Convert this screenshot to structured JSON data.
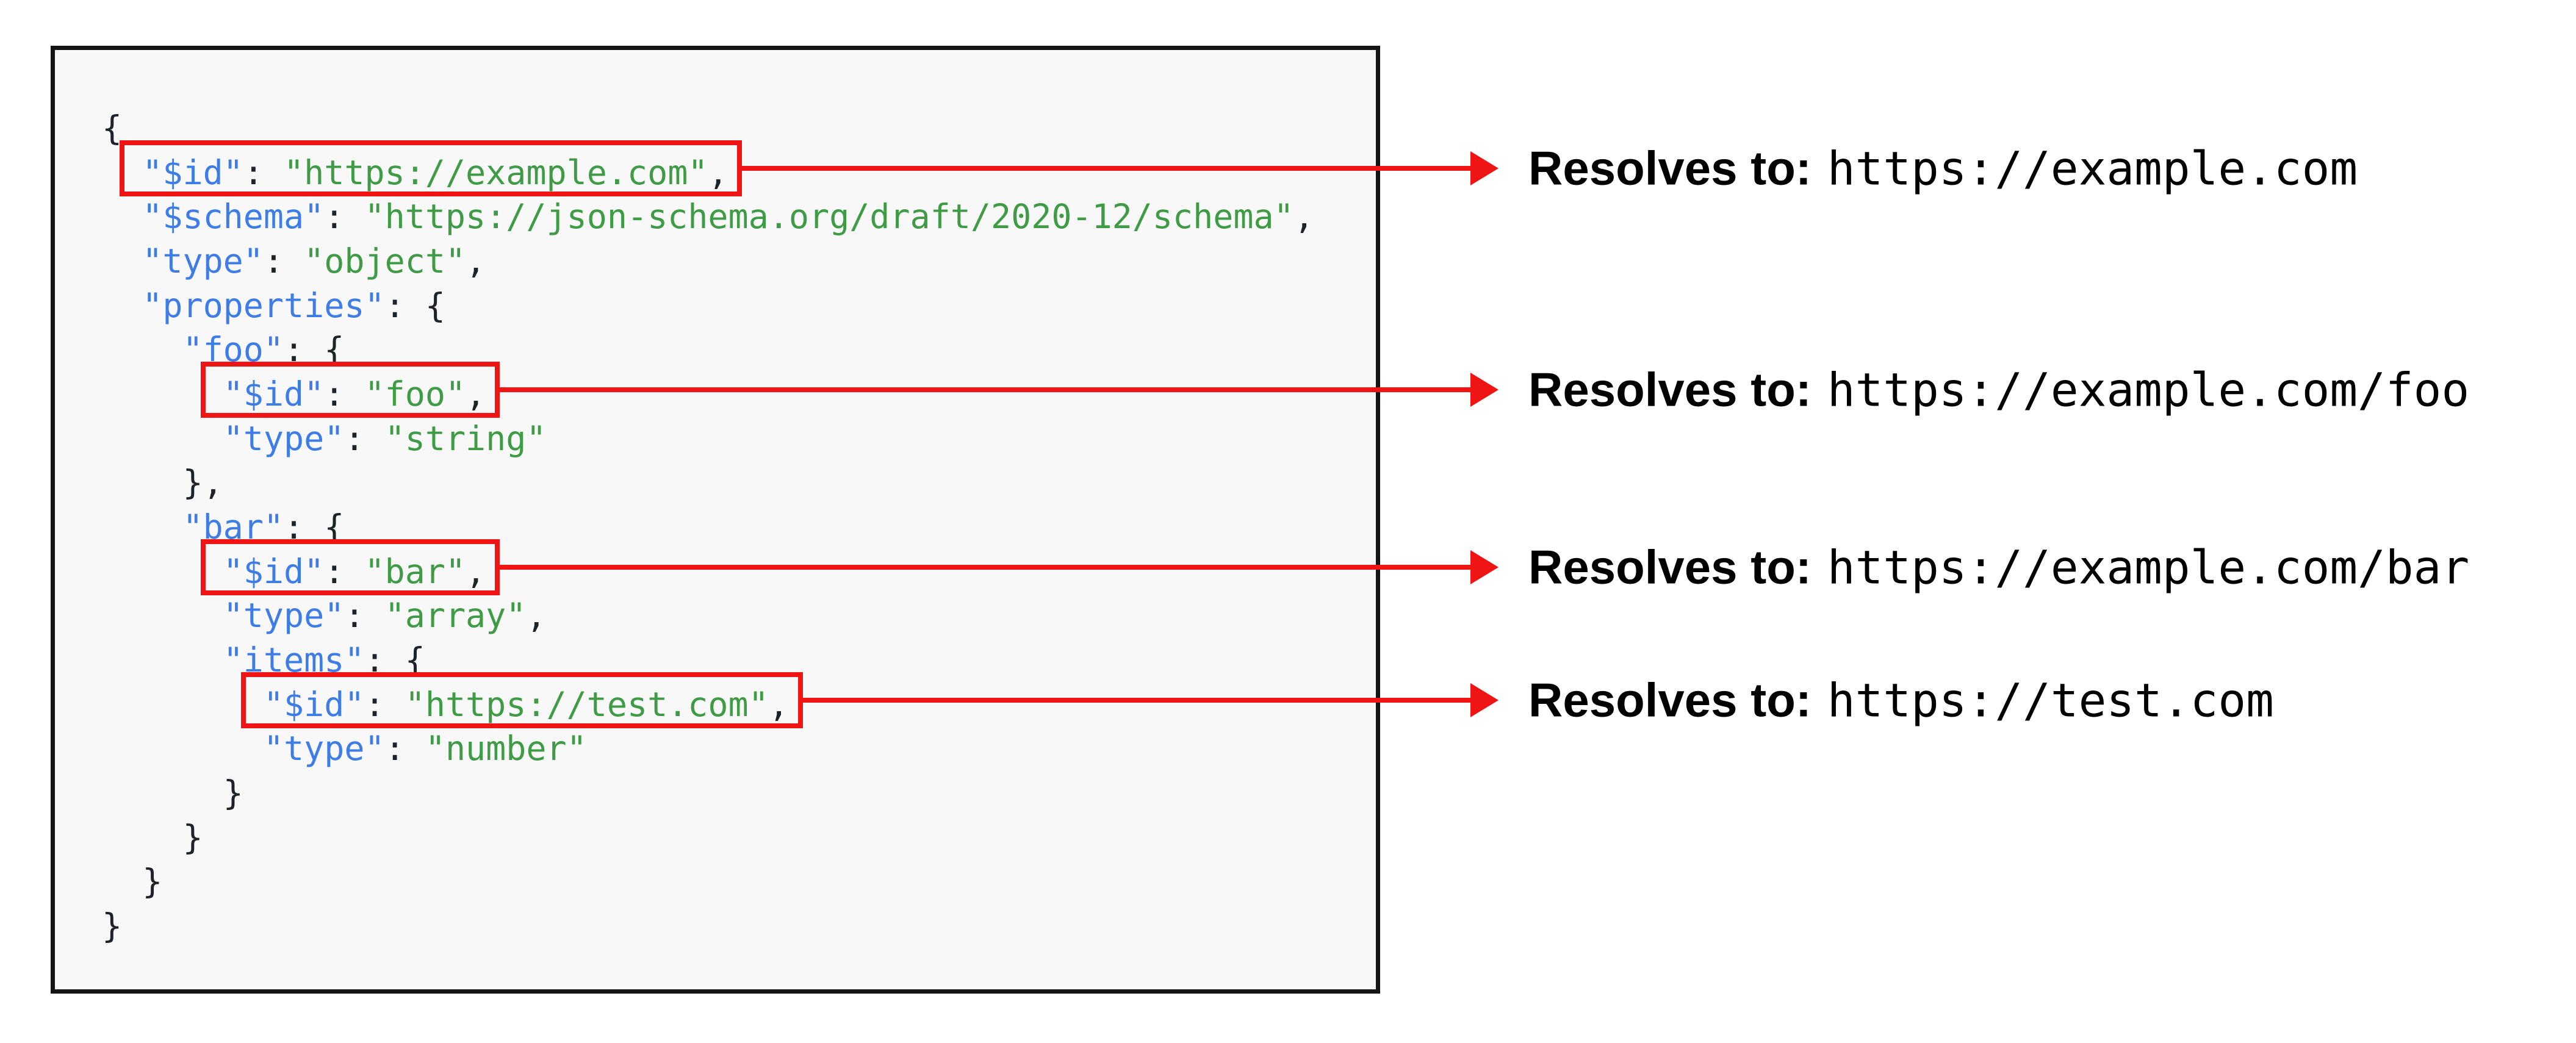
{
  "diagram": {
    "code_panel": {
      "language": "json",
      "lines": [
        {
          "tokens": [
            [
              "p",
              "{"
            ]
          ]
        },
        {
          "tokens": [
            [
              "p",
              "  "
            ],
            [
              "k",
              "\"$id\""
            ],
            [
              "p",
              ": "
            ],
            [
              "s",
              "\"https://example.com\""
            ],
            [
              "p",
              ","
            ]
          ]
        },
        {
          "tokens": [
            [
              "p",
              "  "
            ],
            [
              "k",
              "\"$schema\""
            ],
            [
              "p",
              ": "
            ],
            [
              "s",
              "\"https://json-schema.org/draft/2020-12/schema\""
            ],
            [
              "p",
              ","
            ]
          ]
        },
        {
          "tokens": [
            [
              "p",
              "  "
            ],
            [
              "k",
              "\"type\""
            ],
            [
              "p",
              ": "
            ],
            [
              "s",
              "\"object\""
            ],
            [
              "p",
              ","
            ]
          ]
        },
        {
          "tokens": [
            [
              "p",
              "  "
            ],
            [
              "k",
              "\"properties\""
            ],
            [
              "p",
              ": {"
            ]
          ]
        },
        {
          "tokens": [
            [
              "p",
              "    "
            ],
            [
              "k",
              "\"foo\""
            ],
            [
              "p",
              ": {"
            ]
          ]
        },
        {
          "tokens": [
            [
              "p",
              "      "
            ],
            [
              "k",
              "\"$id\""
            ],
            [
              "p",
              ": "
            ],
            [
              "s",
              "\"foo\""
            ],
            [
              "p",
              ","
            ]
          ]
        },
        {
          "tokens": [
            [
              "p",
              "      "
            ],
            [
              "k",
              "\"type\""
            ],
            [
              "p",
              ": "
            ],
            [
              "s",
              "\"string\""
            ]
          ]
        },
        {
          "tokens": [
            [
              "p",
              "    },"
            ]
          ]
        },
        {
          "tokens": [
            [
              "p",
              "    "
            ],
            [
              "k",
              "\"bar\""
            ],
            [
              "p",
              ": {"
            ]
          ]
        },
        {
          "tokens": [
            [
              "p",
              "      "
            ],
            [
              "k",
              "\"$id\""
            ],
            [
              "p",
              ": "
            ],
            [
              "s",
              "\"bar\""
            ],
            [
              "p",
              ","
            ]
          ]
        },
        {
          "tokens": [
            [
              "p",
              "      "
            ],
            [
              "k",
              "\"type\""
            ],
            [
              "p",
              ": "
            ],
            [
              "s",
              "\"array\""
            ],
            [
              "p",
              ","
            ]
          ]
        },
        {
          "tokens": [
            [
              "p",
              "      "
            ],
            [
              "k",
              "\"items\""
            ],
            [
              "p",
              ": {"
            ]
          ]
        },
        {
          "tokens": [
            [
              "p",
              "        "
            ],
            [
              "k",
              "\"$id\""
            ],
            [
              "p",
              ": "
            ],
            [
              "s",
              "\"https://test.com\""
            ],
            [
              "p",
              ","
            ]
          ]
        },
        {
          "tokens": [
            [
              "p",
              "        "
            ],
            [
              "k",
              "\"type\""
            ],
            [
              "p",
              ": "
            ],
            [
              "s",
              "\"number\""
            ]
          ]
        },
        {
          "tokens": [
            [
              "p",
              "      }"
            ]
          ]
        },
        {
          "tokens": [
            [
              "p",
              "    }"
            ]
          ]
        },
        {
          "tokens": [
            [
              "p",
              "  }"
            ]
          ]
        },
        {
          "tokens": [
            [
              "p",
              "}"
            ]
          ]
        }
      ]
    },
    "highlights": [
      {
        "line": 2,
        "annotation": {
          "label": "Resolves to:",
          "url": "https://example.com"
        }
      },
      {
        "line": 7,
        "annotation": {
          "label": "Resolves to:",
          "url": "https://example.com/foo"
        }
      },
      {
        "line": 11,
        "annotation": {
          "label": "Resolves to:",
          "url": "https://example.com/bar"
        }
      },
      {
        "line": 14,
        "annotation": {
          "label": "Resolves to:",
          "url": "https://test.com"
        }
      }
    ],
    "colors": {
      "key": "#3e7ce6",
      "string": "#3f9b45",
      "plain": "#1f2328",
      "highlight": "#ef1515",
      "panel_bg": "#f8f8f8",
      "panel_border": "#141414",
      "annotation_text": "#000000"
    }
  }
}
